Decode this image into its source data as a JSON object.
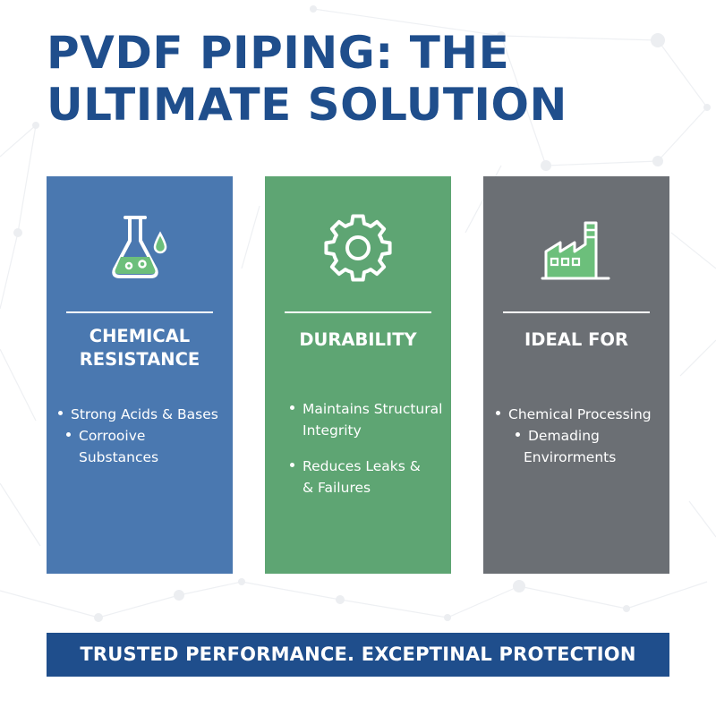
{
  "title": {
    "line1": "PVDF PIPING: THE",
    "line2": "ULTIMATE SOLUTION"
  },
  "panels": [
    {
      "color": "#4a78b0",
      "icon": "flask-icon",
      "heading": [
        "CHEMICAL",
        "RESISTANCE"
      ],
      "bullets": [
        {
          "lines": [
            "Strong Acids & Bases"
          ]
        },
        {
          "lines": [
            "Corrooive",
            "Substances"
          ]
        }
      ]
    },
    {
      "color": "#5ea573",
      "icon": "gear-icon",
      "heading": [
        "DURABILITY"
      ],
      "bullets": [
        {
          "lines": [
            "Maintains Structural",
            "Integrity"
          ]
        },
        {
          "lines": [
            "Reduces Leaks &",
            "& Failures"
          ]
        }
      ]
    },
    {
      "color": "#6b6f74",
      "icon": "factory-icon",
      "heading": [
        "IDEAL FOR"
      ],
      "bullets": [
        {
          "lines": [
            "Chemical Processing"
          ]
        },
        {
          "lines": [
            "Demading",
            "Envirorments"
          ]
        }
      ]
    }
  ],
  "footer": {
    "text": "TRUSTED PERFORMANCE. EXCEPTINAL PROTECTION"
  },
  "colors": {
    "brand_blue": "#1f4e8c",
    "icon_green": "#6cbf7b"
  }
}
